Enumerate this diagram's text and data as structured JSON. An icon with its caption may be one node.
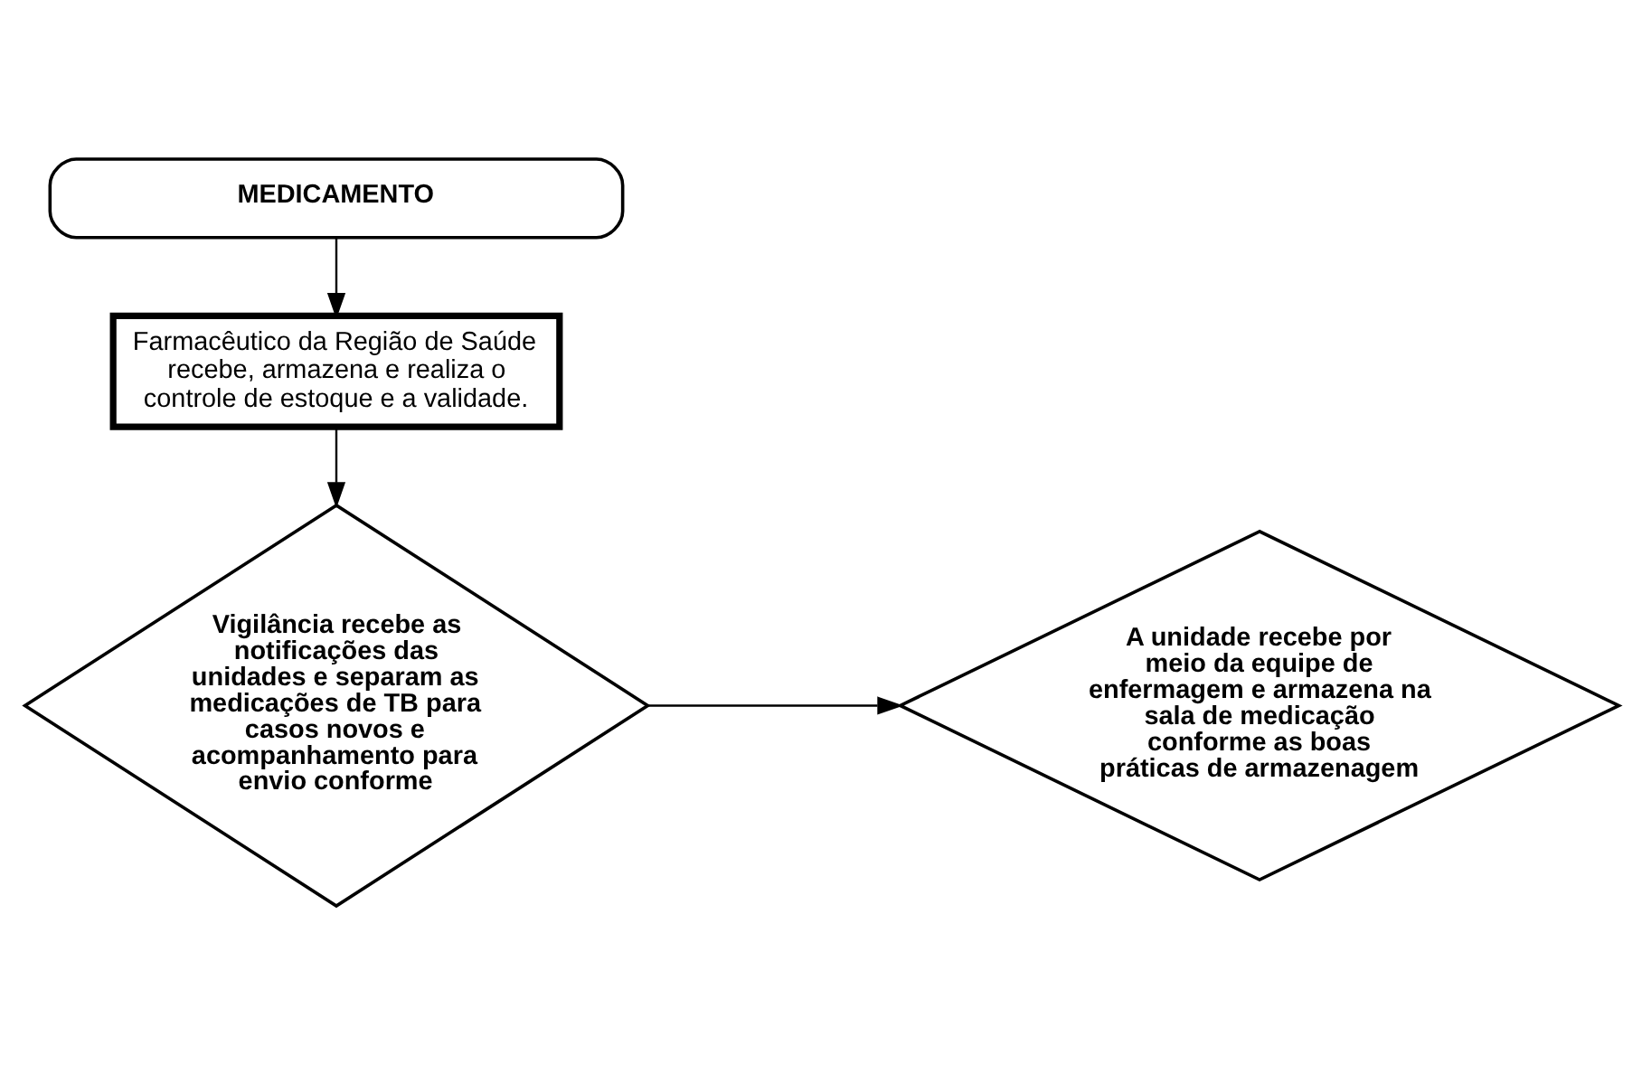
{
  "diagram": {
    "nodes": [
      {
        "text": [
          "MEDICAMENTO"
        ]
      },
      {
        "text": [
          "Farmacêutico da Região de Saúde recebe, armazena e realiza o controle de estoque e a validade."
        ]
      },
      {
        "text": [
          "Vigilância recebe as notificações das unidades e separam as medicações de TB para casos novos e acompanhamento para envio conforme"
        ]
      },
      {
        "text": [
          "A unidade recebe por meio da equipe de enfermagem e armazena na sala de medicação conforme as boas práticas de armazenagem"
        ]
      }
    ],
    "edges": [
      {
        "from": 0,
        "to": 1,
        "arrow": "to"
      },
      {
        "from": 1,
        "to": 2,
        "arrow": "to"
      },
      {
        "from": 2,
        "to": 3,
        "arrow": "to"
      }
    ]
  }
}
